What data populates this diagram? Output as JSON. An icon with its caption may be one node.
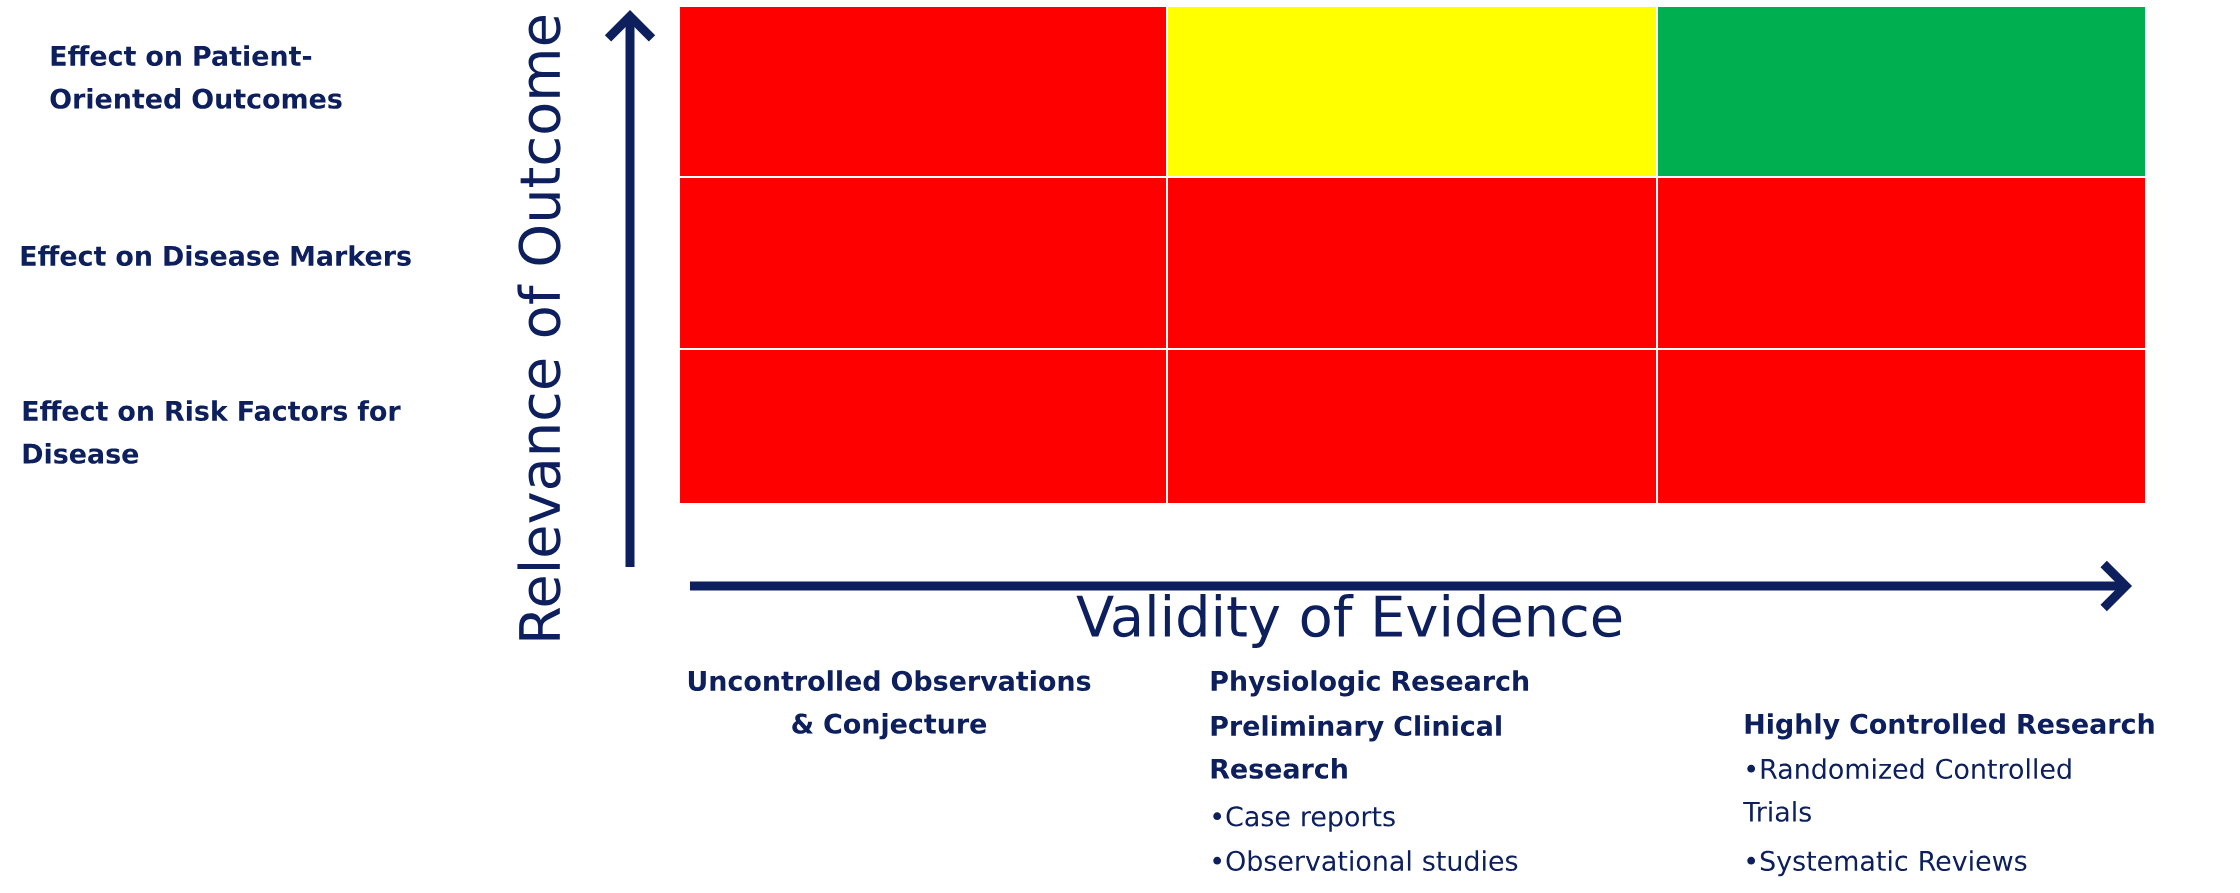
{
  "diagram": {
    "nodes": [
      {
        "text": [],
        "shape": "box"
      },
      {
        "text": [],
        "shape": "box"
      },
      {
        "text": [],
        "shape": "box"
      },
      {
        "text": [],
        "shape": "box"
      },
      {
        "text": [],
        "shape": "box"
      },
      {
        "text": [],
        "shape": "box"
      },
      {
        "text": [],
        "shape": "box"
      },
      {
        "text": [],
        "shape": "box"
      },
      {
        "text": [],
        "shape": "box"
      }
    ],
    "labels": [
      "Effect on Patient-Oriented Outcomes",
      "Effect on Disease Markers",
      "Effect on Risk Factors for Disease",
      "Relevance of Outcome",
      "Validity of Evidence",
      "Uncontrolled Observations & Conjecture",
      "Physiologic Research",
      "Preliminary Clinical Research",
      "•Case reports",
      "•Observational studies",
      "Highly Controlled Research",
      "•Randomized Controlled Trials",
      "•Systematic Reviews"
    ]
  }
}
